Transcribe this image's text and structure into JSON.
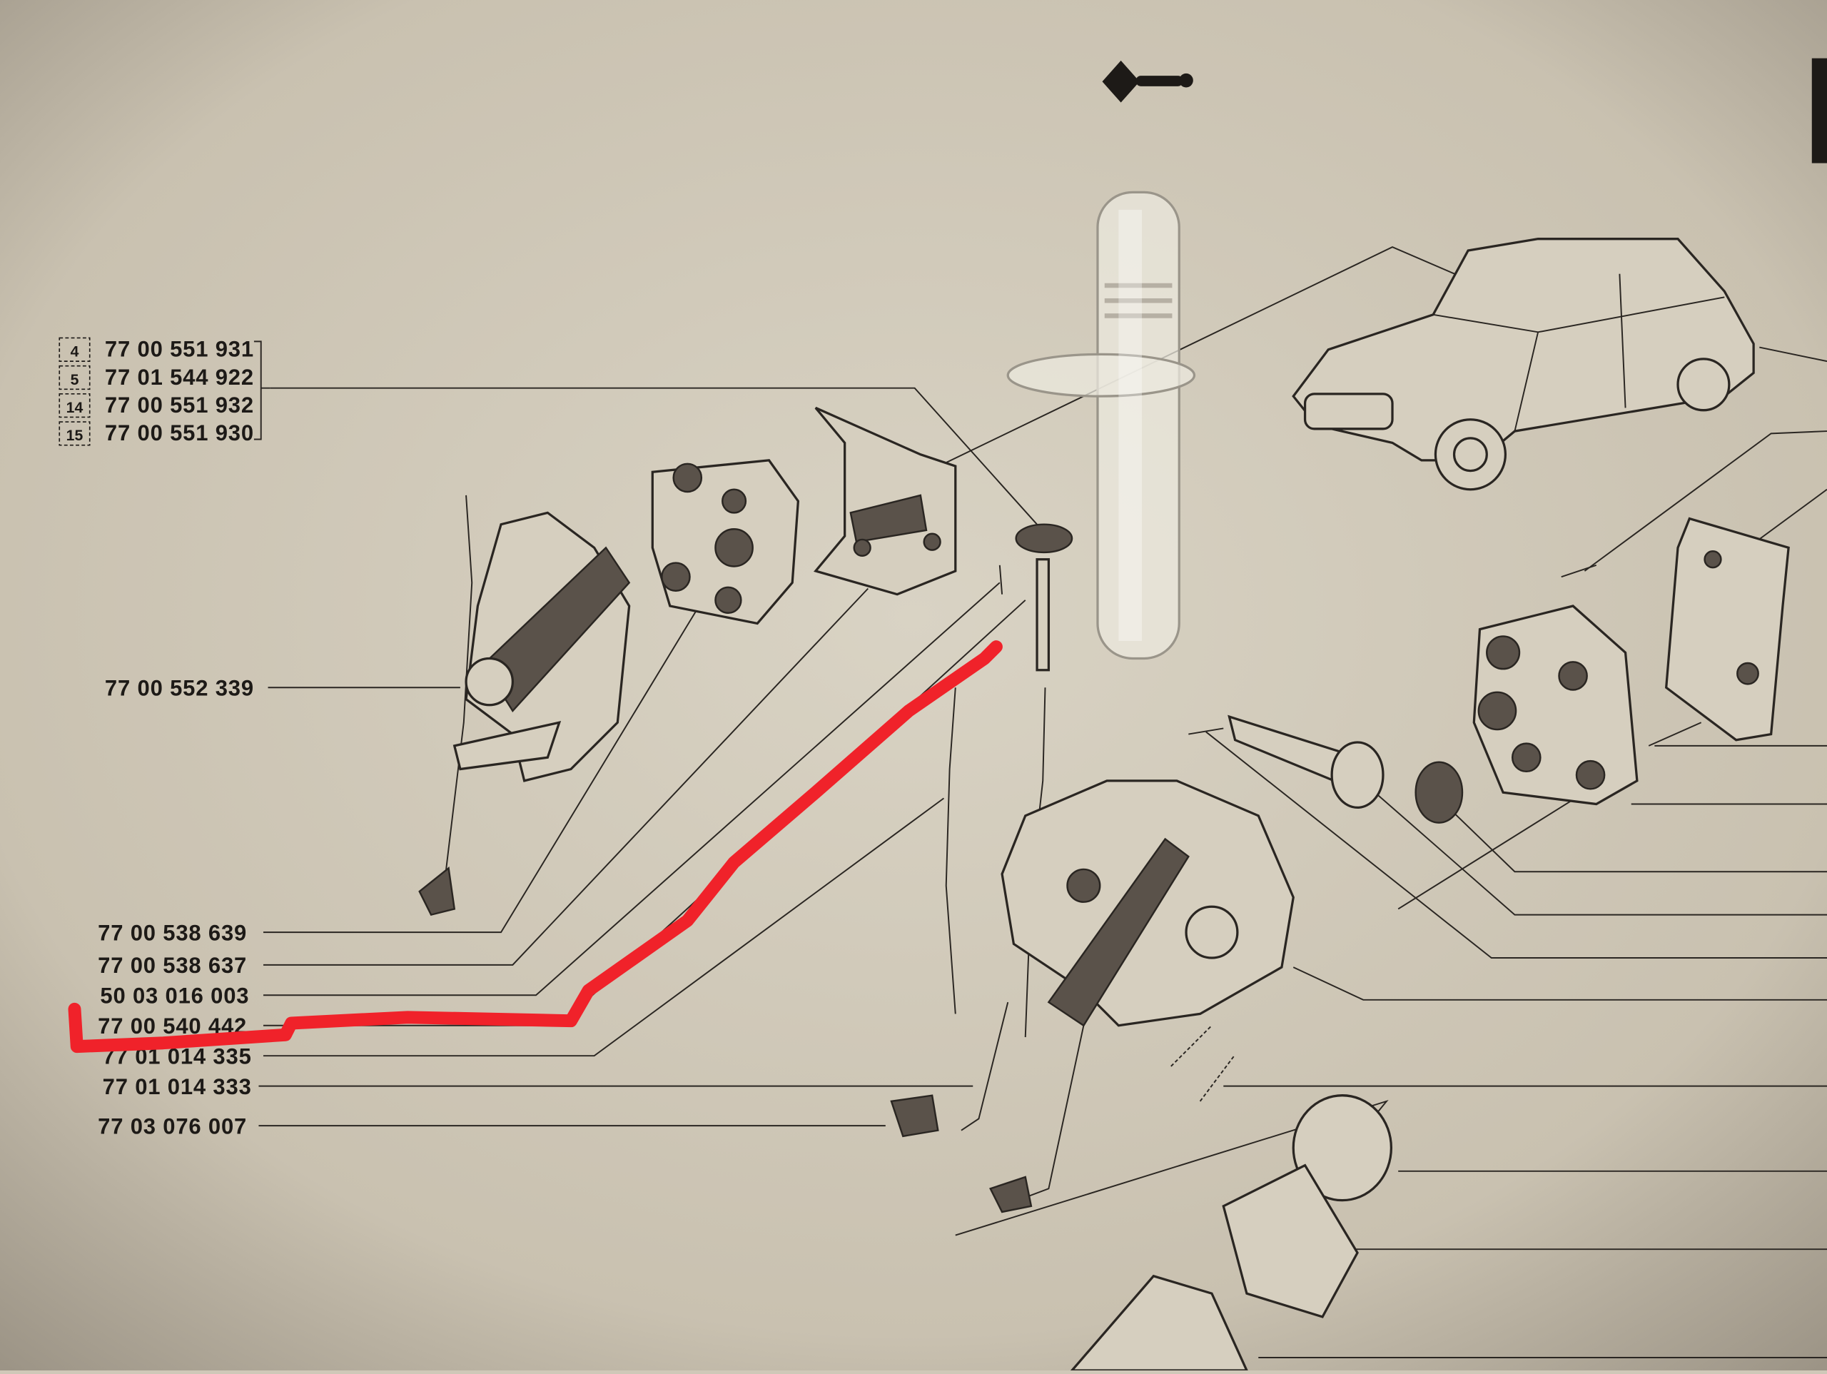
{
  "diagram": {
    "title": "Door lock mechanism exploded parts diagram",
    "group_labels": [
      {
        "ref": "4",
        "part": "77 00 551 931"
      },
      {
        "ref": "5",
        "part": "77 01 544 922"
      },
      {
        "ref": "14",
        "part": "77 00 551 932"
      },
      {
        "ref": "15",
        "part": "77 00 551 930"
      }
    ],
    "part_labels": [
      "77 00 552 339",
      "77 00 538 639",
      "77 00 538 637",
      "50 03 016 003",
      "77 00 540 442",
      "77 01 014 335",
      "77 01 014 333",
      "77 03 076 007"
    ],
    "highlight_color": "#f0222a",
    "highlighted_part": "77 00 540 442"
  }
}
